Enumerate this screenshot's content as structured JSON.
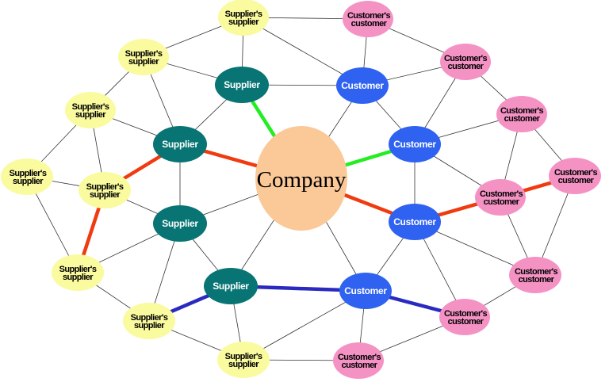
{
  "diagram": {
    "center": {
      "id": "company",
      "label": "Company"
    },
    "suppliers": [
      {
        "id": "s1",
        "label": "Supplier"
      },
      {
        "id": "s2",
        "label": "Supplier"
      },
      {
        "id": "s3",
        "label": "Supplier"
      },
      {
        "id": "s4",
        "label": "Supplier"
      }
    ],
    "customers": [
      {
        "id": "c1",
        "label": "Customer"
      },
      {
        "id": "c2",
        "label": "Customer"
      },
      {
        "id": "c3",
        "label": "Customer"
      },
      {
        "id": "c4",
        "label": "Customer"
      }
    ],
    "suppliers_suppliers": [
      {
        "id": "ss1",
        "line1": "Supplier's",
        "line2": "supplier"
      },
      {
        "id": "ss2",
        "line1": "Supplier's",
        "line2": "supplier"
      },
      {
        "id": "ss3",
        "line1": "Supplier's",
        "line2": "supplier"
      },
      {
        "id": "ss4",
        "line1": "Supplier's",
        "line2": "supplier"
      },
      {
        "id": "ss5",
        "line1": "Supplier's",
        "line2": "supplier"
      },
      {
        "id": "ss6",
        "line1": "Supplier's",
        "line2": "supplier"
      },
      {
        "id": "ss7",
        "line1": "Supplier's",
        "line2": "supplier"
      },
      {
        "id": "ss8",
        "line1": "Supplier's",
        "line2": "supplier"
      }
    ],
    "customers_customers": [
      {
        "id": "cc1",
        "line1": "Customer's",
        "line2": "customer"
      },
      {
        "id": "cc2",
        "line1": "Customer's",
        "line2": "customer"
      },
      {
        "id": "cc3",
        "line1": "Customer's",
        "line2": "customer"
      },
      {
        "id": "cc4",
        "line1": "Customer's",
        "line2": "customer"
      },
      {
        "id": "cc5",
        "line1": "Customer's",
        "line2": "customer"
      },
      {
        "id": "cc6",
        "line1": "Customer's",
        "line2": "customer"
      },
      {
        "id": "cc7",
        "line1": "Customer's",
        "line2": "customer"
      },
      {
        "id": "cc8",
        "line1": "Customer's",
        "line2": "customer"
      }
    ],
    "colors": {
      "company": "#fbc898",
      "supplier": "#087474",
      "customer": "#2f62f0",
      "suppliers_supplier": "#fafa9e",
      "customers_customer": "#f592c4",
      "edge": "#333333",
      "path_green": "#22ee22",
      "path_red": "#f03a10",
      "path_blue": "#2a2ac0"
    },
    "edges": [
      [
        "company",
        "s1",
        "green"
      ],
      [
        "company",
        "c2",
        "green"
      ],
      [
        "company",
        "s2",
        "red"
      ],
      [
        "s2",
        "ss5",
        "red"
      ],
      [
        "ss5",
        "ss6",
        "red"
      ],
      [
        "company",
        "c3",
        "red"
      ],
      [
        "c3",
        "cc5",
        "red"
      ],
      [
        "cc5",
        "cc4",
        "red"
      ],
      [
        "s4",
        "c4",
        "blue"
      ],
      [
        "s4",
        "ss7",
        "blue"
      ],
      [
        "c4",
        "cc7",
        "blue"
      ],
      [
        "company",
        "s3",
        "plain"
      ],
      [
        "company",
        "s4",
        "plain"
      ],
      [
        "company",
        "c1",
        "plain"
      ],
      [
        "company",
        "c4",
        "plain"
      ],
      [
        "ss1",
        "cc1",
        "plain"
      ],
      [
        "ss1",
        "ss2",
        "plain"
      ],
      [
        "ss1",
        "s1",
        "plain"
      ],
      [
        "ss1",
        "c1",
        "plain"
      ],
      [
        "cc1",
        "c1",
        "plain"
      ],
      [
        "cc1",
        "cc2",
        "plain"
      ],
      [
        "ss2",
        "s1",
        "plain"
      ],
      [
        "ss2",
        "ss3",
        "plain"
      ],
      [
        "ss2",
        "s2",
        "plain"
      ],
      [
        "s1",
        "c1",
        "plain"
      ],
      [
        "s1",
        "s2",
        "plain"
      ],
      [
        "c1",
        "cc2",
        "plain"
      ],
      [
        "c1",
        "c2",
        "plain"
      ],
      [
        "cc2",
        "c2",
        "plain"
      ],
      [
        "cc2",
        "cc3",
        "plain"
      ],
      [
        "ss3",
        "s2",
        "plain"
      ],
      [
        "ss3",
        "ss4",
        "plain"
      ],
      [
        "ss3",
        "ss5",
        "plain"
      ],
      [
        "s2",
        "s3",
        "plain"
      ],
      [
        "c2",
        "cc3",
        "plain"
      ],
      [
        "c2",
        "cc5",
        "plain"
      ],
      [
        "c2",
        "c3",
        "plain"
      ],
      [
        "cc3",
        "cc5",
        "plain"
      ],
      [
        "cc3",
        "cc4",
        "plain"
      ],
      [
        "ss4",
        "ss5",
        "plain"
      ],
      [
        "ss4",
        "ss6",
        "plain"
      ],
      [
        "ss5",
        "s3",
        "plain"
      ],
      [
        "ss6",
        "s3",
        "plain"
      ],
      [
        "ss6",
        "ss7",
        "plain"
      ],
      [
        "s3",
        "s4",
        "plain"
      ],
      [
        "s3",
        "ss7",
        "plain"
      ],
      [
        "c3",
        "c4",
        "plain"
      ],
      [
        "c3",
        "cc6",
        "plain"
      ],
      [
        "c3",
        "cc7",
        "plain"
      ],
      [
        "cc5",
        "cc6",
        "plain"
      ],
      [
        "cc4",
        "cc6",
        "plain"
      ],
      [
        "cc6",
        "cc7",
        "plain"
      ],
      [
        "ss7",
        "ss8",
        "plain"
      ],
      [
        "s4",
        "ss8",
        "plain"
      ],
      [
        "ss8",
        "cc8",
        "plain"
      ],
      [
        "ss8",
        "c4",
        "plain"
      ],
      [
        "c4",
        "cc8",
        "plain"
      ],
      [
        "cc7",
        "cc8",
        "plain"
      ]
    ]
  }
}
